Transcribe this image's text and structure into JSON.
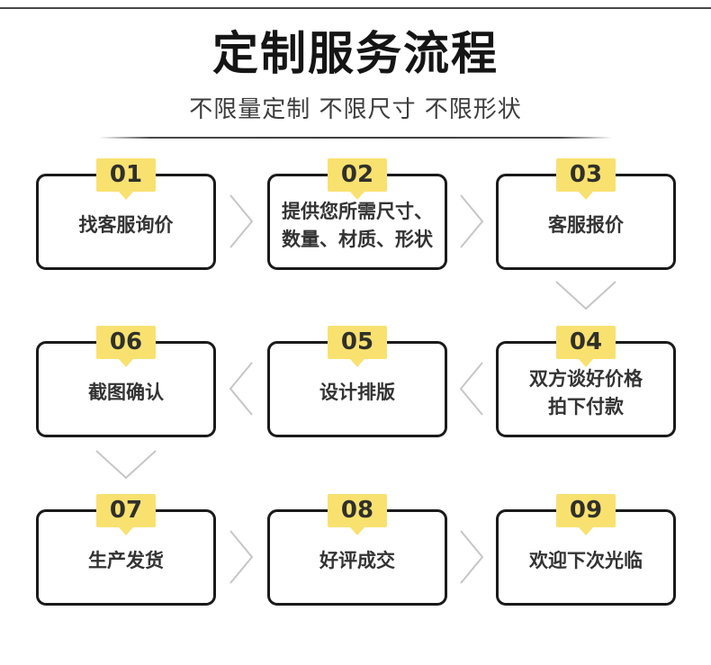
{
  "page": {
    "title": "定制服务流程",
    "subtitle": "不限量定制 不限尺寸 不限形状"
  },
  "colors": {
    "tag_yellow": "#F9E170",
    "box_border_black": "#1A1A1A",
    "arrow_gray": "#C6C6C6",
    "rule_gray": "#484848",
    "title_black": "#151515",
    "label_dark": "#333333"
  },
  "steps": [
    {
      "num": "01",
      "lines": [
        "找客服询价",
        ""
      ]
    },
    {
      "num": "02",
      "lines": [
        "提供您所需尺寸、",
        "数量、材质、形状"
      ]
    },
    {
      "num": "03",
      "lines": [
        "客服报价",
        ""
      ]
    },
    {
      "num": "04",
      "lines": [
        "双方谈好价格",
        "拍下付款"
      ]
    },
    {
      "num": "05",
      "lines": [
        "设计排版",
        ""
      ]
    },
    {
      "num": "06",
      "lines": [
        "截图确认",
        ""
      ]
    },
    {
      "num": "07",
      "lines": [
        "生产发货",
        ""
      ]
    },
    {
      "num": "08",
      "lines": [
        "好评成交",
        ""
      ]
    },
    {
      "num": "09",
      "lines": [
        "欢迎下次光临",
        ""
      ]
    }
  ]
}
